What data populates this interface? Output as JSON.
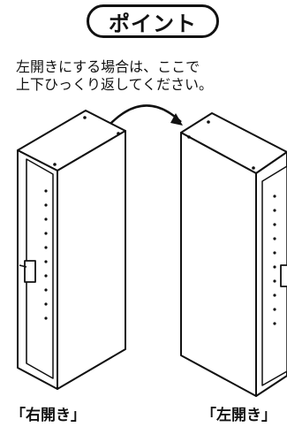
{
  "header": {
    "badge_label": "ポイント"
  },
  "instruction": {
    "line1": "左開きにする場合は、ここで",
    "line2": "上下ひっくり返してください。"
  },
  "figures": {
    "left_caption": "「右開き」",
    "right_caption": "「左開き」"
  },
  "icons": {
    "arrow": "curved-arrow-icon"
  }
}
